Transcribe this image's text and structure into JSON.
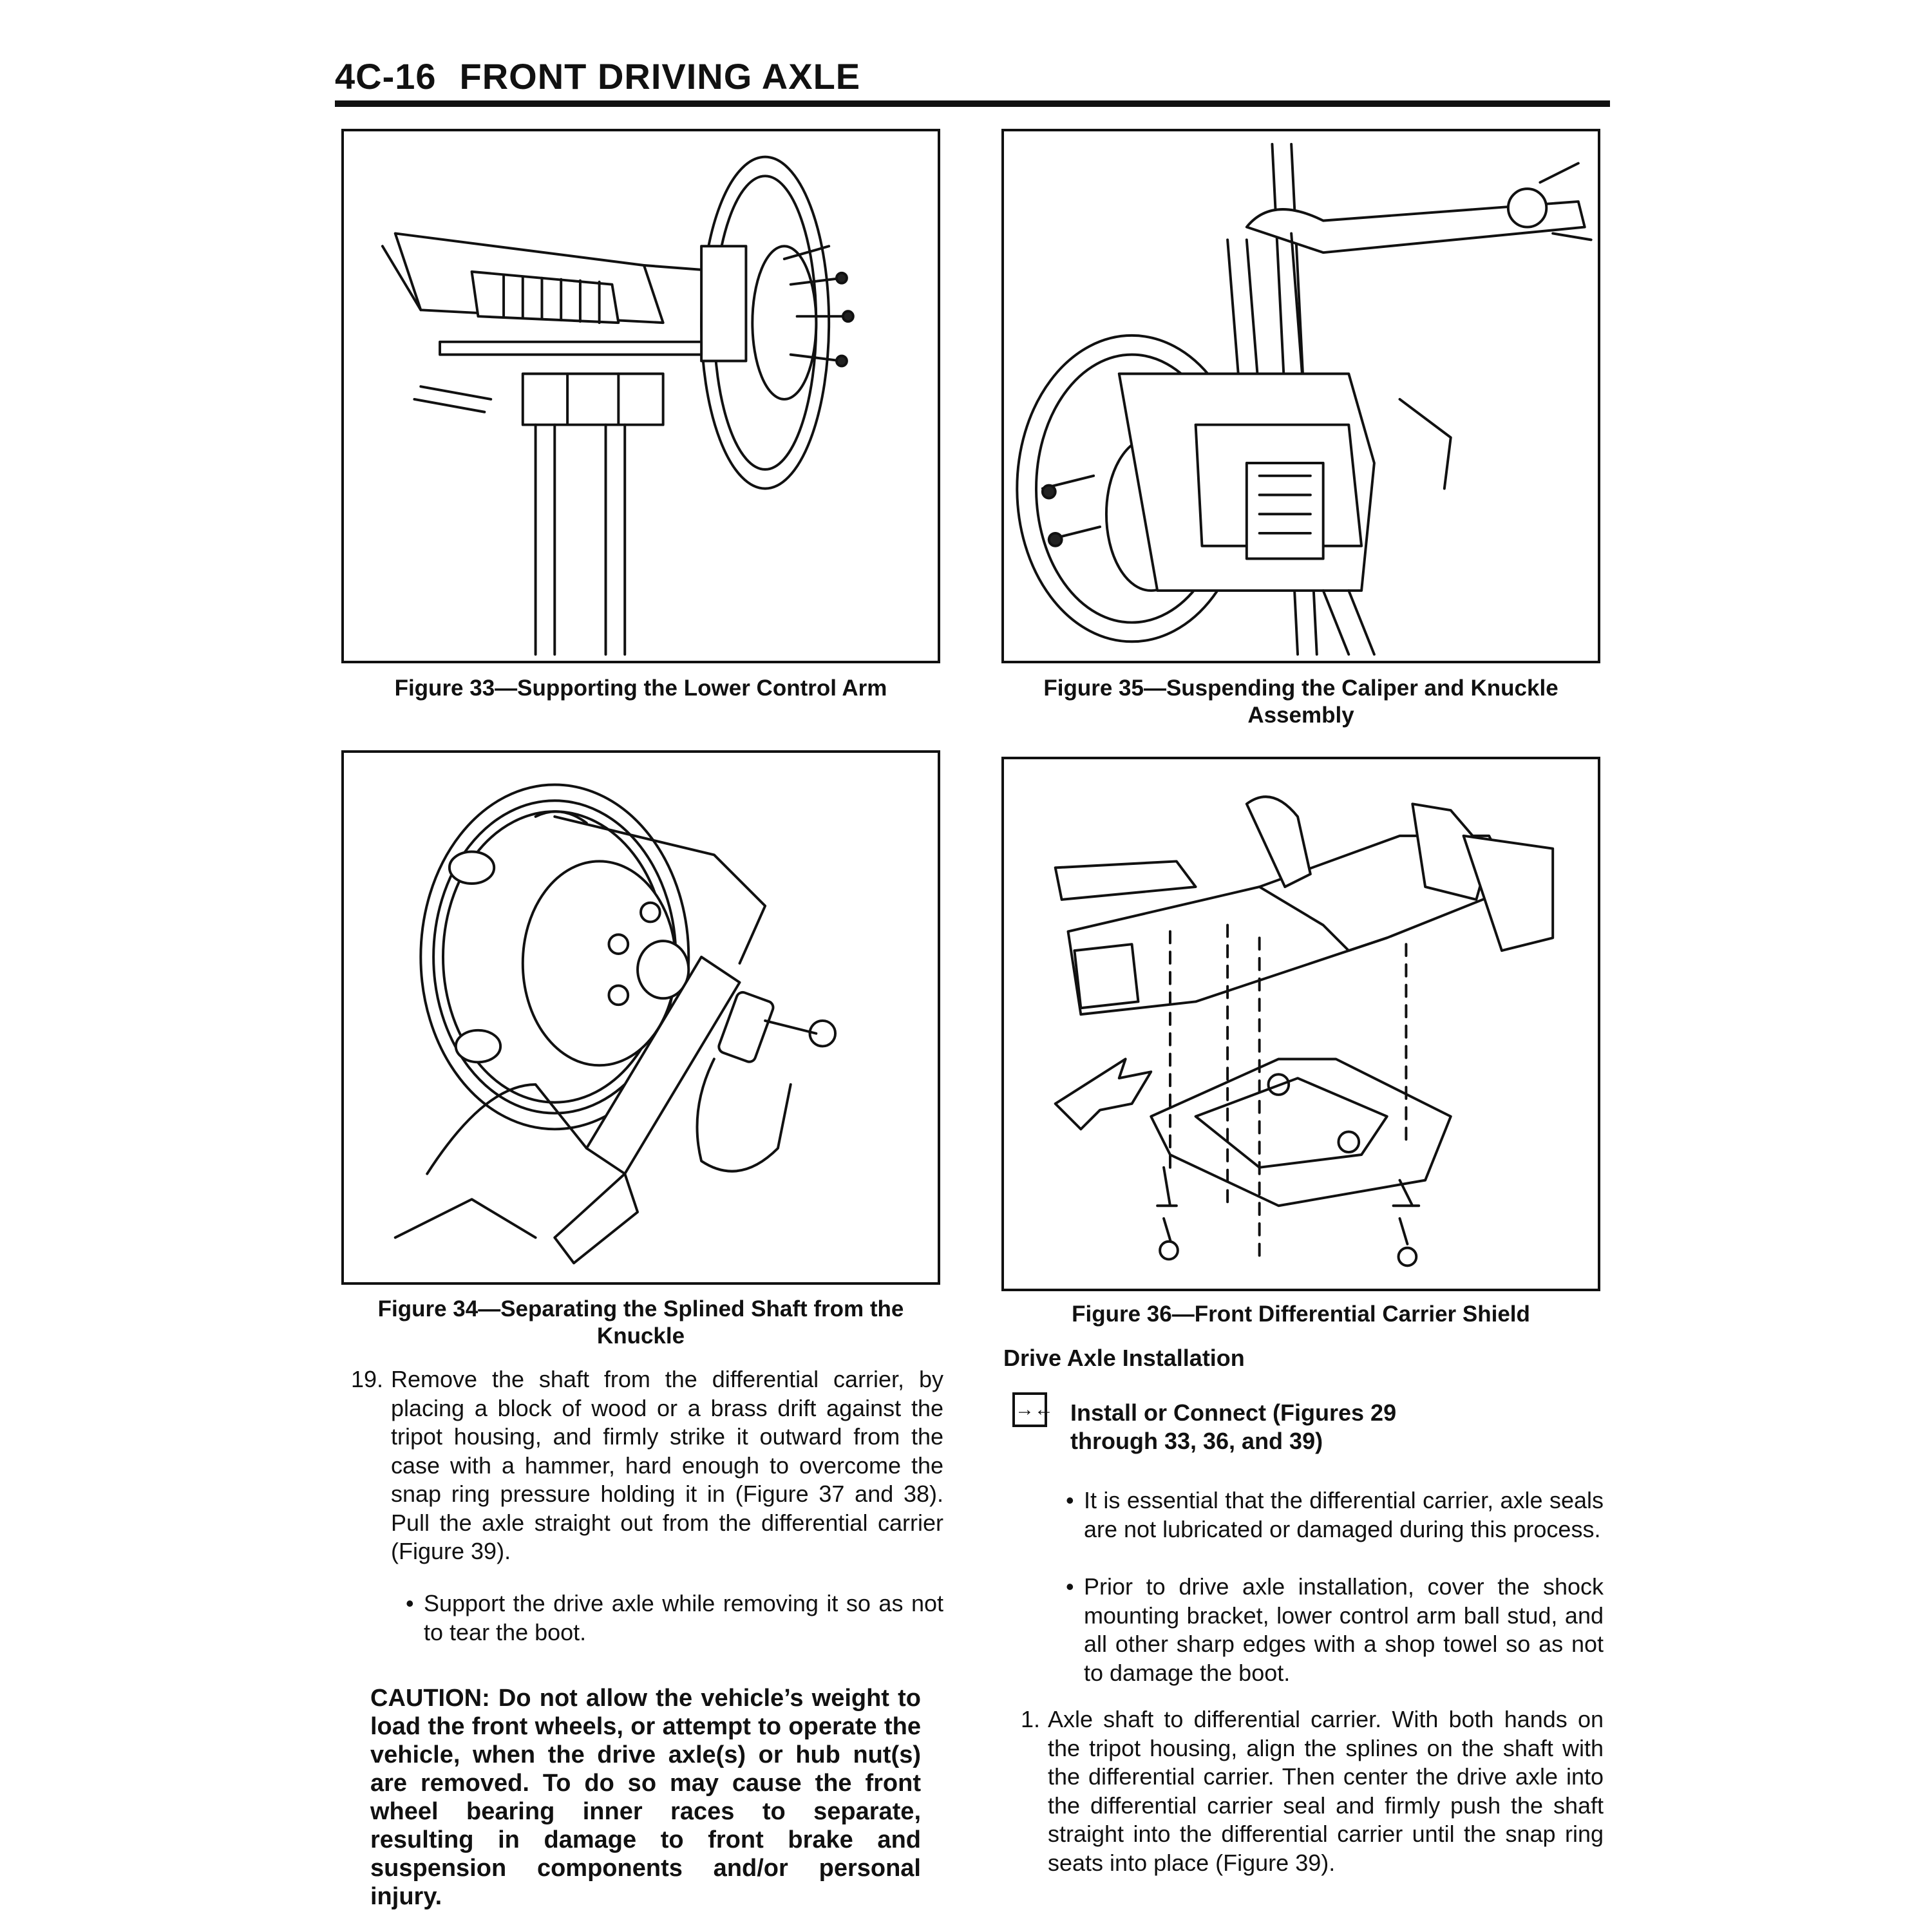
{
  "header": {
    "section": "4C-16",
    "title": "FRONT DRIVING AXLE"
  },
  "figures": {
    "fig33": {
      "caption": "Figure 33—Supporting the Lower Control Arm"
    },
    "fig35": {
      "caption_line1": "Figure 35—Suspending the Caliper and Knuckle",
      "caption_line2": "Assembly"
    },
    "fig34": {
      "caption_line1": "Figure 34—Separating the Splined Shaft from the",
      "caption_line2": "Knuckle"
    },
    "fig36": {
      "caption": "Figure 36—Front Differential Carrier Shield"
    }
  },
  "left_column": {
    "step19": {
      "number": "19.",
      "text": "Remove the shaft from the differential carrier, by placing a block of wood or a brass drift against the tripot housing, and firmly strike it outward from the case with a hammer, hard enough to overcome the snap ring pressure holding it in (Figure 37 and 38). Pull the axle straight out from the differential carrier (Figure 39)."
    },
    "bullet": {
      "text": "Support the drive axle while removing it so as not to tear the boot."
    },
    "caution": "CAUTION: Do not allow the vehicle’s weight to load the front wheels, or attempt to operate the vehicle, when the drive axle(s) or hub nut(s) are removed. To do so may cause the front wheel bearing inner races to separate, resulting in damage to front brake and suspension components and/or personal injury."
  },
  "right_column": {
    "heading": "Drive Axle Installation",
    "install_icon": "→←",
    "install_heading_line1": "Install or Connect (Figures 29",
    "install_heading_line2": "through 33, 36, and 39)",
    "bullets": [
      "It is essential that the differential carrier, axle seals are not lubricated or damaged during this process.",
      "Prior to drive axle installation, cover the shock mounting bracket, lower control arm ball stud, and all other sharp edges with a shop towel so as not to damage the boot."
    ],
    "step1": {
      "number": "1.",
      "text": "Axle shaft to differential carrier. With both hands on the tripot housing, align the splines on the shaft with the differential carrier. Then center the drive axle into the differential carrier seal and firmly push the shaft straight into the differential carrier until the snap ring seats into place (Figure 39)."
    }
  }
}
